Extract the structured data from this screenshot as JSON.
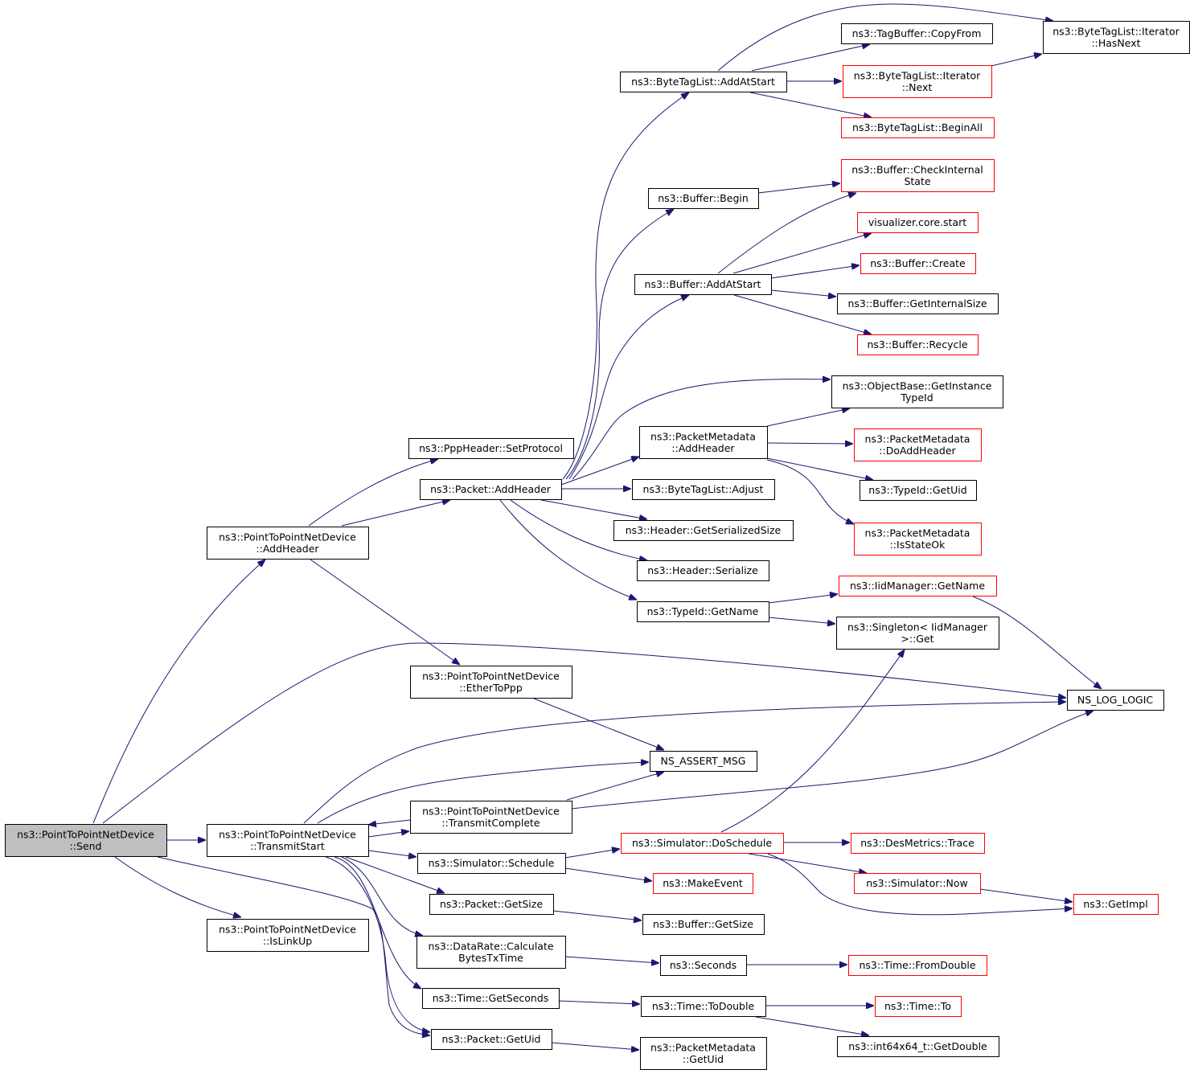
{
  "graph": {
    "colors": {
      "edge": "#191970",
      "normal_border": "#000000",
      "linked_border": "#ff0000",
      "root_fill": "#bfbfbf",
      "fill": "#ffffff"
    },
    "nodes": [
      {
        "id": "send",
        "lines": [
          "ns3::PointToPointNetDevice",
          "::Send"
        ],
        "style": "root"
      },
      {
        "id": "p2p_addheader",
        "lines": [
          "ns3::PointToPointNetDevice",
          "::AddHeader"
        ],
        "style": "normal"
      },
      {
        "id": "transmitstart",
        "lines": [
          "ns3::PointToPointNetDevice",
          "::TransmitStart"
        ],
        "style": "normal"
      },
      {
        "id": "islinkup",
        "lines": [
          "ns3::PointToPointNetDevice",
          "::IsLinkUp"
        ],
        "style": "normal"
      },
      {
        "id": "setprotocol",
        "lines": [
          "ns3::PppHeader::SetProtocol"
        ],
        "style": "normal"
      },
      {
        "id": "pkt_addheader",
        "lines": [
          "ns3::Packet::AddHeader"
        ],
        "style": "normal"
      },
      {
        "id": "ethertoppp",
        "lines": [
          "ns3::PointToPointNetDevice",
          "::EtherToPpp"
        ],
        "style": "normal"
      },
      {
        "id": "transmitcomplete",
        "lines": [
          "ns3::PointToPointNetDevice",
          "::TransmitComplete"
        ],
        "style": "normal"
      },
      {
        "id": "schedule",
        "lines": [
          "ns3::Simulator::Schedule"
        ],
        "style": "normal"
      },
      {
        "id": "pkt_getsize",
        "lines": [
          "ns3::Packet::GetSize"
        ],
        "style": "normal"
      },
      {
        "id": "calcbytes",
        "lines": [
          "ns3::DataRate::Calculate",
          "BytesTxTime"
        ],
        "style": "normal"
      },
      {
        "id": "time_getseconds",
        "lines": [
          "ns3::Time::GetSeconds"
        ],
        "style": "normal"
      },
      {
        "id": "pkt_getuid",
        "lines": [
          "ns3::Packet::GetUid"
        ],
        "style": "normal"
      },
      {
        "id": "btl_addatstart",
        "lines": [
          "ns3::ByteTagList::AddAtStart"
        ],
        "style": "normal"
      },
      {
        "id": "buf_begin",
        "lines": [
          "ns3::Buffer::Begin"
        ],
        "style": "normal"
      },
      {
        "id": "buf_addatstart",
        "lines": [
          "ns3::Buffer::AddAtStart"
        ],
        "style": "normal"
      },
      {
        "id": "pm_addheader",
        "lines": [
          "ns3::PacketMetadata",
          "::AddHeader"
        ],
        "style": "normal"
      },
      {
        "id": "btl_adjust",
        "lines": [
          "ns3::ByteTagList::Adjust"
        ],
        "style": "normal"
      },
      {
        "id": "hdr_getsersize",
        "lines": [
          "ns3::Header::GetSerializedSize"
        ],
        "style": "normal"
      },
      {
        "id": "hdr_serialize",
        "lines": [
          "ns3::Header::Serialize"
        ],
        "style": "normal"
      },
      {
        "id": "typeid_getname",
        "lines": [
          "ns3::TypeId::GetName"
        ],
        "style": "normal"
      },
      {
        "id": "ns_assert_msg",
        "lines": [
          "NS_ASSERT_MSG"
        ],
        "style": "normal"
      },
      {
        "id": "sim_doschedule",
        "lines": [
          "ns3::Simulator::DoSchedule"
        ],
        "style": "linked"
      },
      {
        "id": "makeevent",
        "lines": [
          "ns3::MakeEvent"
        ],
        "style": "linked"
      },
      {
        "id": "buf_getsize",
        "lines": [
          "ns3::Buffer::GetSize"
        ],
        "style": "normal"
      },
      {
        "id": "seconds",
        "lines": [
          "ns3::Seconds"
        ],
        "style": "normal"
      },
      {
        "id": "time_todouble",
        "lines": [
          "ns3::Time::ToDouble"
        ],
        "style": "normal"
      },
      {
        "id": "pm_getuid",
        "lines": [
          "ns3::PacketMetadata",
          "::GetUid"
        ],
        "style": "normal"
      },
      {
        "id": "tagbuf_copyfrom",
        "lines": [
          "ns3::TagBuffer::CopyFrom"
        ],
        "style": "normal"
      },
      {
        "id": "btl_iter_next",
        "lines": [
          "ns3::ByteTagList::Iterator",
          "::Next"
        ],
        "style": "linked"
      },
      {
        "id": "btl_beginall",
        "lines": [
          "ns3::ByteTagList::BeginAll"
        ],
        "style": "linked"
      },
      {
        "id": "btl_iter_hasnext",
        "lines": [
          "ns3::ByteTagList::Iterator",
          "::HasNext"
        ],
        "style": "normal"
      },
      {
        "id": "buf_checkinternal",
        "lines": [
          "ns3::Buffer::CheckInternal",
          "State"
        ],
        "style": "linked"
      },
      {
        "id": "viz_start",
        "lines": [
          "visualizer.core.start"
        ],
        "style": "linked"
      },
      {
        "id": "buf_create",
        "lines": [
          "ns3::Buffer::Create"
        ],
        "style": "linked"
      },
      {
        "id": "buf_getinternalsize",
        "lines": [
          "ns3::Buffer::GetInternalSize"
        ],
        "style": "normal"
      },
      {
        "id": "buf_recycle",
        "lines": [
          "ns3::Buffer::Recycle"
        ],
        "style": "linked"
      },
      {
        "id": "ob_getinstancetypeid",
        "lines": [
          "ns3::ObjectBase::GetInstance",
          "TypeId"
        ],
        "style": "normal"
      },
      {
        "id": "pm_doaddheader",
        "lines": [
          "ns3::PacketMetadata",
          "::DoAddHeader"
        ],
        "style": "linked"
      },
      {
        "id": "typeid_getuid",
        "lines": [
          "ns3::TypeId::GetUid"
        ],
        "style": "normal"
      },
      {
        "id": "pm_isstateok",
        "lines": [
          "ns3::PacketMetadata",
          "::IsStateOk"
        ],
        "style": "linked"
      },
      {
        "id": "iid_getname",
        "lines": [
          "ns3::IidManager::GetName"
        ],
        "style": "linked"
      },
      {
        "id": "singleton_get",
        "lines": [
          "ns3::Singleton< IidManager",
          ">::Get"
        ],
        "style": "normal"
      },
      {
        "id": "ns_log_logic",
        "lines": [
          "NS_LOG_LOGIC"
        ],
        "style": "normal"
      },
      {
        "id": "desmetrics_trace",
        "lines": [
          "ns3::DesMetrics::Trace"
        ],
        "style": "linked"
      },
      {
        "id": "sim_now",
        "lines": [
          "ns3::Simulator::Now"
        ],
        "style": "linked"
      },
      {
        "id": "getimpl",
        "lines": [
          "ns3::GetImpl"
        ],
        "style": "linked"
      },
      {
        "id": "time_fromdouble",
        "lines": [
          "ns3::Time::FromDouble"
        ],
        "style": "linked"
      },
      {
        "id": "time_to",
        "lines": [
          "ns3::Time::To"
        ],
        "style": "linked"
      },
      {
        "id": "int64_getdouble",
        "lines": [
          "ns3::int64x64_t::GetDouble"
        ],
        "style": "normal"
      }
    ],
    "edges": [
      {
        "from": "send",
        "to": "p2p_addheader"
      },
      {
        "from": "send",
        "to": "ns_log_logic"
      },
      {
        "from": "send",
        "to": "transmitstart"
      },
      {
        "from": "send",
        "to": "islinkup"
      },
      {
        "from": "send",
        "to": "pkt_getuid"
      },
      {
        "from": "p2p_addheader",
        "to": "setprotocol"
      },
      {
        "from": "p2p_addheader",
        "to": "pkt_addheader"
      },
      {
        "from": "p2p_addheader",
        "to": "ethertoppp"
      },
      {
        "from": "pkt_addheader",
        "to": "btl_addatstart"
      },
      {
        "from": "pkt_addheader",
        "to": "buf_begin"
      },
      {
        "from": "pkt_addheader",
        "to": "buf_addatstart"
      },
      {
        "from": "pkt_addheader",
        "to": "ob_getinstancetypeid"
      },
      {
        "from": "pkt_addheader",
        "to": "pm_addheader"
      },
      {
        "from": "pkt_addheader",
        "to": "btl_adjust"
      },
      {
        "from": "pkt_addheader",
        "to": "hdr_getsersize"
      },
      {
        "from": "pkt_addheader",
        "to": "hdr_serialize"
      },
      {
        "from": "pkt_addheader",
        "to": "typeid_getname"
      },
      {
        "from": "btl_addatstart",
        "to": "btl_iter_hasnext"
      },
      {
        "from": "btl_addatstart",
        "to": "tagbuf_copyfrom"
      },
      {
        "from": "btl_addatstart",
        "to": "btl_iter_next"
      },
      {
        "from": "btl_addatstart",
        "to": "btl_beginall"
      },
      {
        "from": "btl_iter_next",
        "to": "btl_iter_hasnext"
      },
      {
        "from": "buf_begin",
        "to": "buf_checkinternal"
      },
      {
        "from": "buf_addatstart",
        "to": "buf_checkinternal"
      },
      {
        "from": "buf_addatstart",
        "to": "viz_start"
      },
      {
        "from": "buf_addatstart",
        "to": "buf_create"
      },
      {
        "from": "buf_addatstart",
        "to": "buf_getinternalsize"
      },
      {
        "from": "buf_addatstart",
        "to": "buf_recycle"
      },
      {
        "from": "pm_addheader",
        "to": "ob_getinstancetypeid"
      },
      {
        "from": "pm_addheader",
        "to": "pm_doaddheader"
      },
      {
        "from": "pm_addheader",
        "to": "typeid_getuid"
      },
      {
        "from": "pm_addheader",
        "to": "pm_isstateok"
      },
      {
        "from": "typeid_getname",
        "to": "iid_getname"
      },
      {
        "from": "typeid_getname",
        "to": "singleton_get"
      },
      {
        "from": "iid_getname",
        "to": "ns_log_logic"
      },
      {
        "from": "ethertoppp",
        "to": "ns_assert_msg"
      },
      {
        "from": "transmitstart",
        "to": "ns_log_logic"
      },
      {
        "from": "transmitstart",
        "to": "ns_assert_msg"
      },
      {
        "from": "transmitstart",
        "to": "schedule"
      },
      {
        "from": "transmitstart",
        "to": "pkt_getsize"
      },
      {
        "from": "transmitstart",
        "to": "calcbytes"
      },
      {
        "from": "transmitstart",
        "to": "time_getseconds"
      },
      {
        "from": "transmitstart",
        "to": "pkt_getuid"
      },
      {
        "from": "transmitstart",
        "to": "transmitcomplete"
      },
      {
        "from": "transmitcomplete",
        "to": "transmitstart"
      },
      {
        "from": "transmitcomplete",
        "to": "ns_assert_msg"
      },
      {
        "from": "transmitcomplete",
        "to": "ns_log_logic"
      },
      {
        "from": "schedule",
        "to": "sim_doschedule"
      },
      {
        "from": "schedule",
        "to": "makeevent"
      },
      {
        "from": "sim_doschedule",
        "to": "singleton_get"
      },
      {
        "from": "sim_doschedule",
        "to": "desmetrics_trace"
      },
      {
        "from": "sim_doschedule",
        "to": "sim_now"
      },
      {
        "from": "sim_doschedule",
        "to": "getimpl"
      },
      {
        "from": "sim_now",
        "to": "getimpl"
      },
      {
        "from": "pkt_getsize",
        "to": "buf_getsize"
      },
      {
        "from": "calcbytes",
        "to": "seconds"
      },
      {
        "from": "seconds",
        "to": "time_fromdouble"
      },
      {
        "from": "time_getseconds",
        "to": "time_todouble"
      },
      {
        "from": "time_todouble",
        "to": "time_to"
      },
      {
        "from": "time_todouble",
        "to": "int64_getdouble"
      },
      {
        "from": "pkt_getuid",
        "to": "pm_getuid"
      }
    ]
  }
}
